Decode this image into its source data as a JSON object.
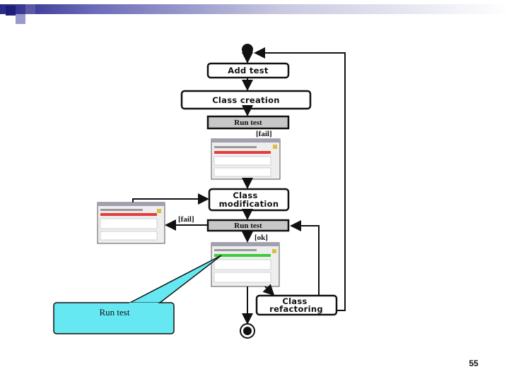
{
  "slide": {
    "page_number": "55"
  },
  "diagram": {
    "nodes": {
      "add_test": "Add test",
      "class_creation": "Class creation",
      "run_test_1": "Run test",
      "class_modification_line1": "Class",
      "class_modification_line2": "modification",
      "run_test_2": "Run test",
      "class_refactoring_line1": "Class",
      "class_refactoring_line2": "refactoring"
    },
    "guards": {
      "fail_1": "[fail]",
      "fail_2": "[fail]",
      "ok": "[ok]"
    },
    "callout": "Run test"
  },
  "colors": {
    "band_start": "#2a2a8a",
    "band_end": "#ffffff",
    "callout_fill": "#66e8f2",
    "run_box_fill": "#c8c8c8",
    "test_bar_fail": "#e43c3c",
    "test_bar_ok": "#3ccc3c"
  }
}
